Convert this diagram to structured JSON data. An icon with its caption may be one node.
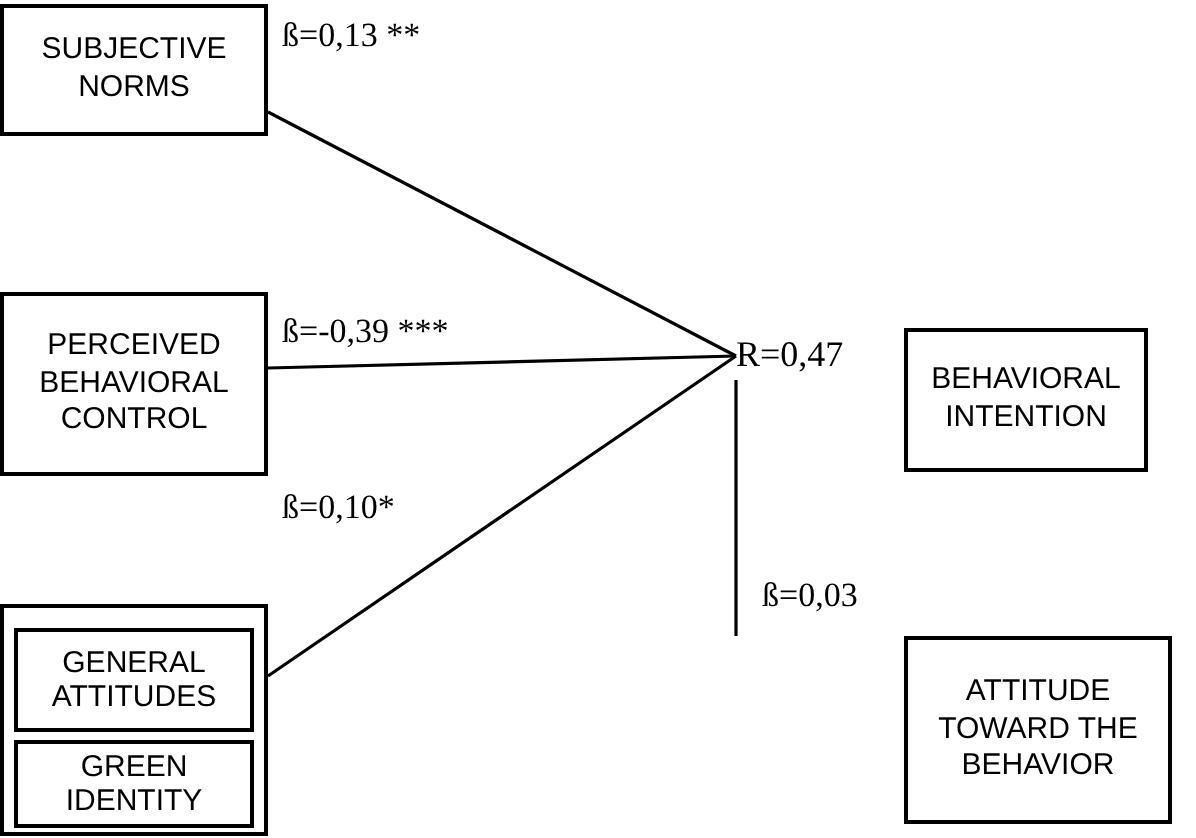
{
  "diagram": {
    "nodes": [
      {
        "text": [
          "SUBJECTIVE NORMS"
        ]
      },
      {
        "text": [
          "PERCEIVED BEHAVIORAL CONTROL"
        ]
      },
      {
        "text": [],
        "shape": "box"
      },
      {
        "text": [
          "GENERAL ATTITUDES"
        ],
        "in": 2
      },
      {
        "text": [
          "GREEN IDENTITY"
        ],
        "in": 2
      },
      {
        "text": [
          "BEHAVIORAL INTENTION"
        ]
      },
      {
        "text": [
          "ATTITUDE TOWARD THE BEHAVIOR"
        ]
      },
      {
        "text": [
          "R=0,47"
        ]
      }
    ],
    "edges": [
      {
        "from": 0,
        "to": 7,
        "arrow": "none",
        "label": "ß=0,13 **"
      },
      {
        "from": 1,
        "to": 7,
        "arrow": "none",
        "label": "ß=-0,39 ***"
      },
      {
        "from": 2,
        "to": 7,
        "arrow": "none",
        "label": "ß=0,10*"
      },
      {
        "from": null,
        "to": 7,
        "arrow": "none",
        "label": "ß=0,03"
      }
    ]
  }
}
